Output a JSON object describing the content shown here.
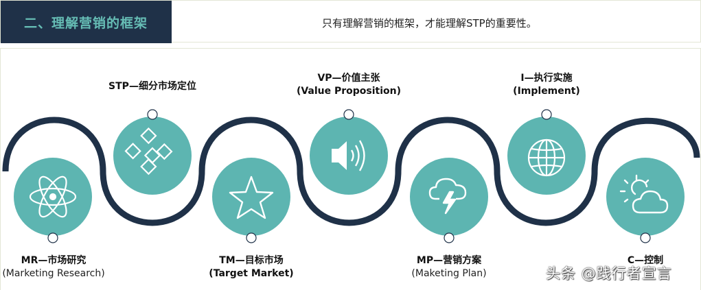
{
  "header": {
    "title": "二、理解营销的框架",
    "description": "只有理解营销的框架，才能理解STP的重要性。"
  },
  "steps": [
    {
      "line1": "MR—市场研究",
      "line2": "(Marketing Research)",
      "icon": "atom-icon"
    },
    {
      "line1": "STP—细分市场定位",
      "line2": "",
      "icon": "grid-diamond-icon"
    },
    {
      "line1": "TM—目标市场",
      "line2": "(Target Market)",
      "icon": "star-icon"
    },
    {
      "line1": "VP—价值主张",
      "line2": "(Value Proposition)",
      "icon": "speaker-icon"
    },
    {
      "line1": "MP—营销方案",
      "line2": "(Maketing Plan)",
      "icon": "storm-cloud-icon"
    },
    {
      "line1": "I—执行实施",
      "line2": "(Implement)",
      "icon": "globe-icon"
    },
    {
      "line1": "C—控制",
      "line2": "",
      "icon": "sun-cloud-icon"
    }
  ],
  "watermark": "头条 @践行者宣言",
  "colors": {
    "navy": "#1f3148",
    "teal": "#5db5b1",
    "header_accent": "#66bdb5"
  }
}
